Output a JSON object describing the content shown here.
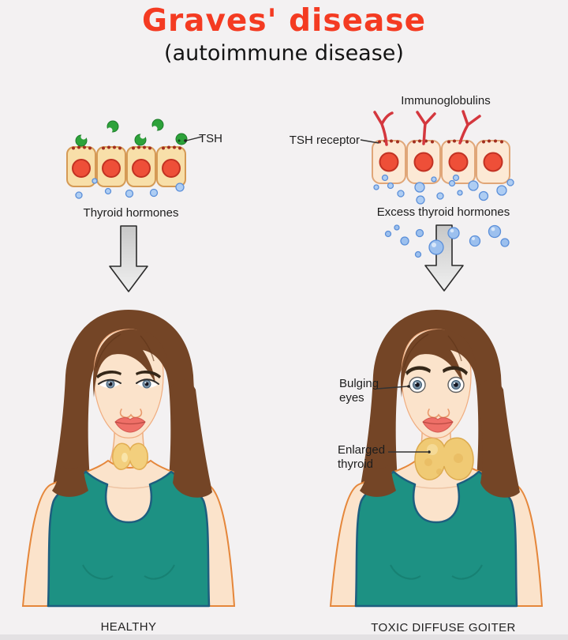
{
  "title": "Graves' disease",
  "subtitle": "(autoimmune disease)",
  "left_panel": {
    "tsh_label": "TSH",
    "hormones_label": "Thyroid hormones",
    "caption": "HEALTHY"
  },
  "right_panel": {
    "immunoglobulins_label": "Immunoglobulins",
    "tsh_receptor_label": "TSH receptor",
    "hormones_label": "Excess thyroid hormones",
    "bulging_eyes_label": "Bulging eyes",
    "enlarged_thyroid_label": "Enlarged thyroid",
    "caption": "TOXIC DIFFUSE GOITER"
  },
  "icons": {
    "left_arrow": "down-arrow-icon",
    "right_arrow": "down-arrow-icon"
  },
  "colors": {
    "background": "#f3f1f2",
    "title_red": "#f43b22",
    "text": "#1d1d1d",
    "cell_fill_left": "#f8dfa9",
    "cell_fill_right": "#fce9d5",
    "nucleus_red": "#ee4f38",
    "tsh_green": "#2da23a",
    "hormone_blue": "#aecdf3",
    "antibody_red": "#d4373e",
    "skin": "#fbe3cb",
    "skin_outline": "#e5873b",
    "hair_brown": "#744526",
    "tank_teal": "#1d9183",
    "thyroid_gold": "#f0ca74",
    "arrow_gray": "#d6d6d6"
  }
}
